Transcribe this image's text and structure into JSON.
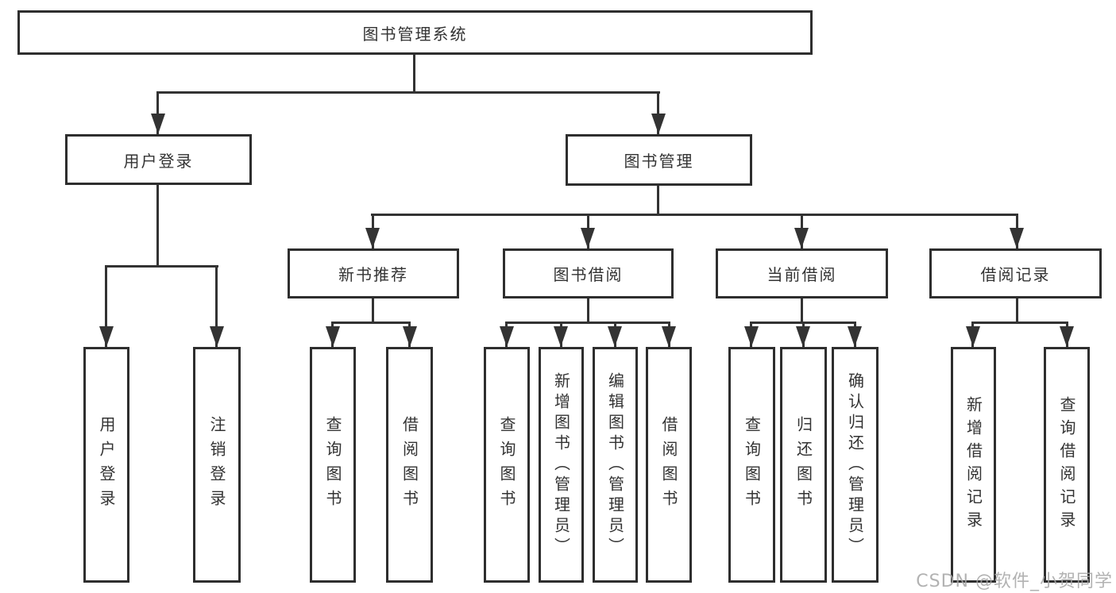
{
  "diagram": {
    "root": {
      "label": "图书管理系统"
    },
    "level2": {
      "user_login": {
        "label": "用户登录"
      },
      "book_management": {
        "label": "图书管理"
      }
    },
    "level3": {
      "new_book_recommendation": {
        "label": "新书推荐"
      },
      "book_borrowing": {
        "label": "图书借阅"
      },
      "current_borrowing": {
        "label": "当前借阅"
      },
      "borrowing_records": {
        "label": "借阅记录"
      }
    },
    "leaves": {
      "user_login_op": {
        "label": "用户登录"
      },
      "logout_op": {
        "label": "注销登录"
      },
      "rec_query_books": {
        "label": "查询图书"
      },
      "rec_borrow_books": {
        "label": "借阅图书"
      },
      "bb_query_books": {
        "label": "查询图书"
      },
      "bb_add_books": {
        "label": "新增图书（管理员）"
      },
      "bb_edit_books": {
        "label": "编辑图书（管理员）"
      },
      "bb_borrow_books": {
        "label": "借阅图书"
      },
      "cb_query_books": {
        "label": "查询图书"
      },
      "cb_return_books": {
        "label": "归还图书"
      },
      "cb_confirm_return": {
        "label": "确认归还（管理员）"
      },
      "br_add_record": {
        "label": "新增借阅记录"
      },
      "br_query_record": {
        "label": "查询借阅记录"
      }
    },
    "watermark": "CSDN @软件_小贺同学",
    "colors": {
      "line": "#333333",
      "border": "#2e2e2e",
      "text": "#333333",
      "background": "#ffffff",
      "watermark": "#a5a5a5"
    }
  }
}
